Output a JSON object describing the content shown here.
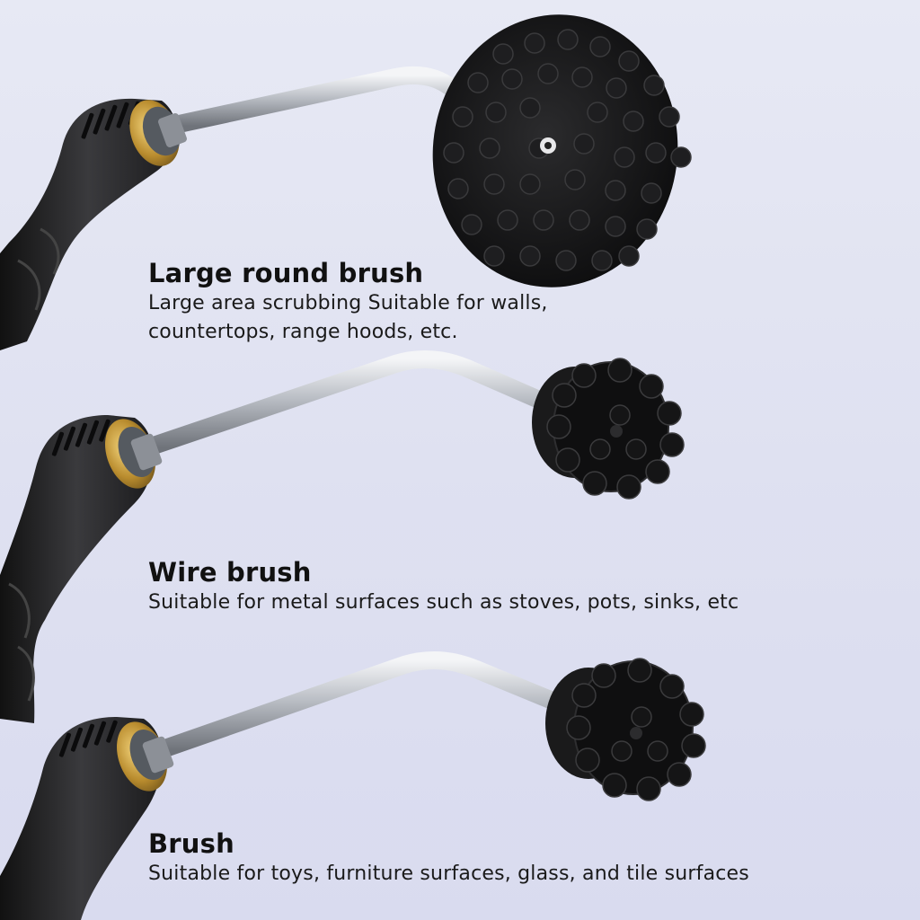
{
  "products": [
    {
      "title": "Large round brush",
      "description_lines": [
        "Large area scrubbing Suitable for walls,",
        "countertops, range hoods, etc."
      ]
    },
    {
      "title": "Wire brush",
      "description_lines": [
        "Suitable for metal surfaces such as stoves, pots, sinks, etc"
      ]
    },
    {
      "title": "Brush",
      "description_lines": [
        "Suitable for toys, furniture surfaces, glass, and tile surfaces"
      ]
    }
  ],
  "colors": {
    "background": "#e0e2f1",
    "handle": "#2a2a2c",
    "brass": "#c9a24a",
    "rod": "#c8ccd2",
    "bristles": "#141414"
  },
  "icons": [
    "round-brush-head-icon",
    "wire-brush-head-icon",
    "bristle-brush-head-icon",
    "brush-handle-icon"
  ]
}
